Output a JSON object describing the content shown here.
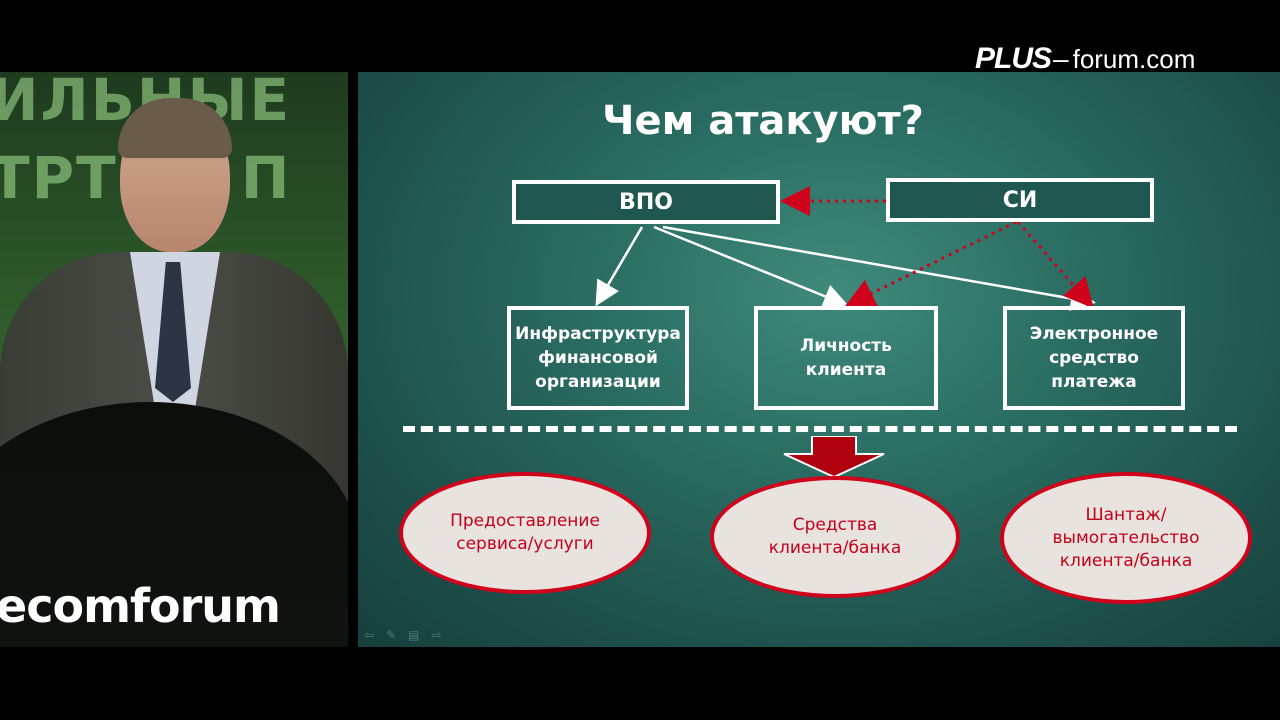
{
  "watermark": {
    "brand": "PLUS",
    "separator": "–",
    "domain": "forum.com"
  },
  "video": {
    "backdrop_line1": "ИЛЬНЫЕ",
    "backdrop_line2": "ТРТНИ П",
    "podium_text": "ecomforum"
  },
  "slide": {
    "title": "Чем атакуют?",
    "top_left": "ВПО",
    "top_right": "СИ",
    "mid_left": "Инфраструктура финансовой организации",
    "mid_center": "Личность клиента",
    "mid_right": "Электронное средство платежа",
    "ellipse_left": "Предоставление сервиса/услуги",
    "ellipse_center": "Средства клиента/банка",
    "ellipse_right": "Шантаж/ вымогательство клиента/банка"
  },
  "colors": {
    "slide_bg": "#2b6e63",
    "arrow_red": "#d0021b",
    "ellipse_fill": "#e8e3df",
    "down_arrow": "#b0000f"
  }
}
